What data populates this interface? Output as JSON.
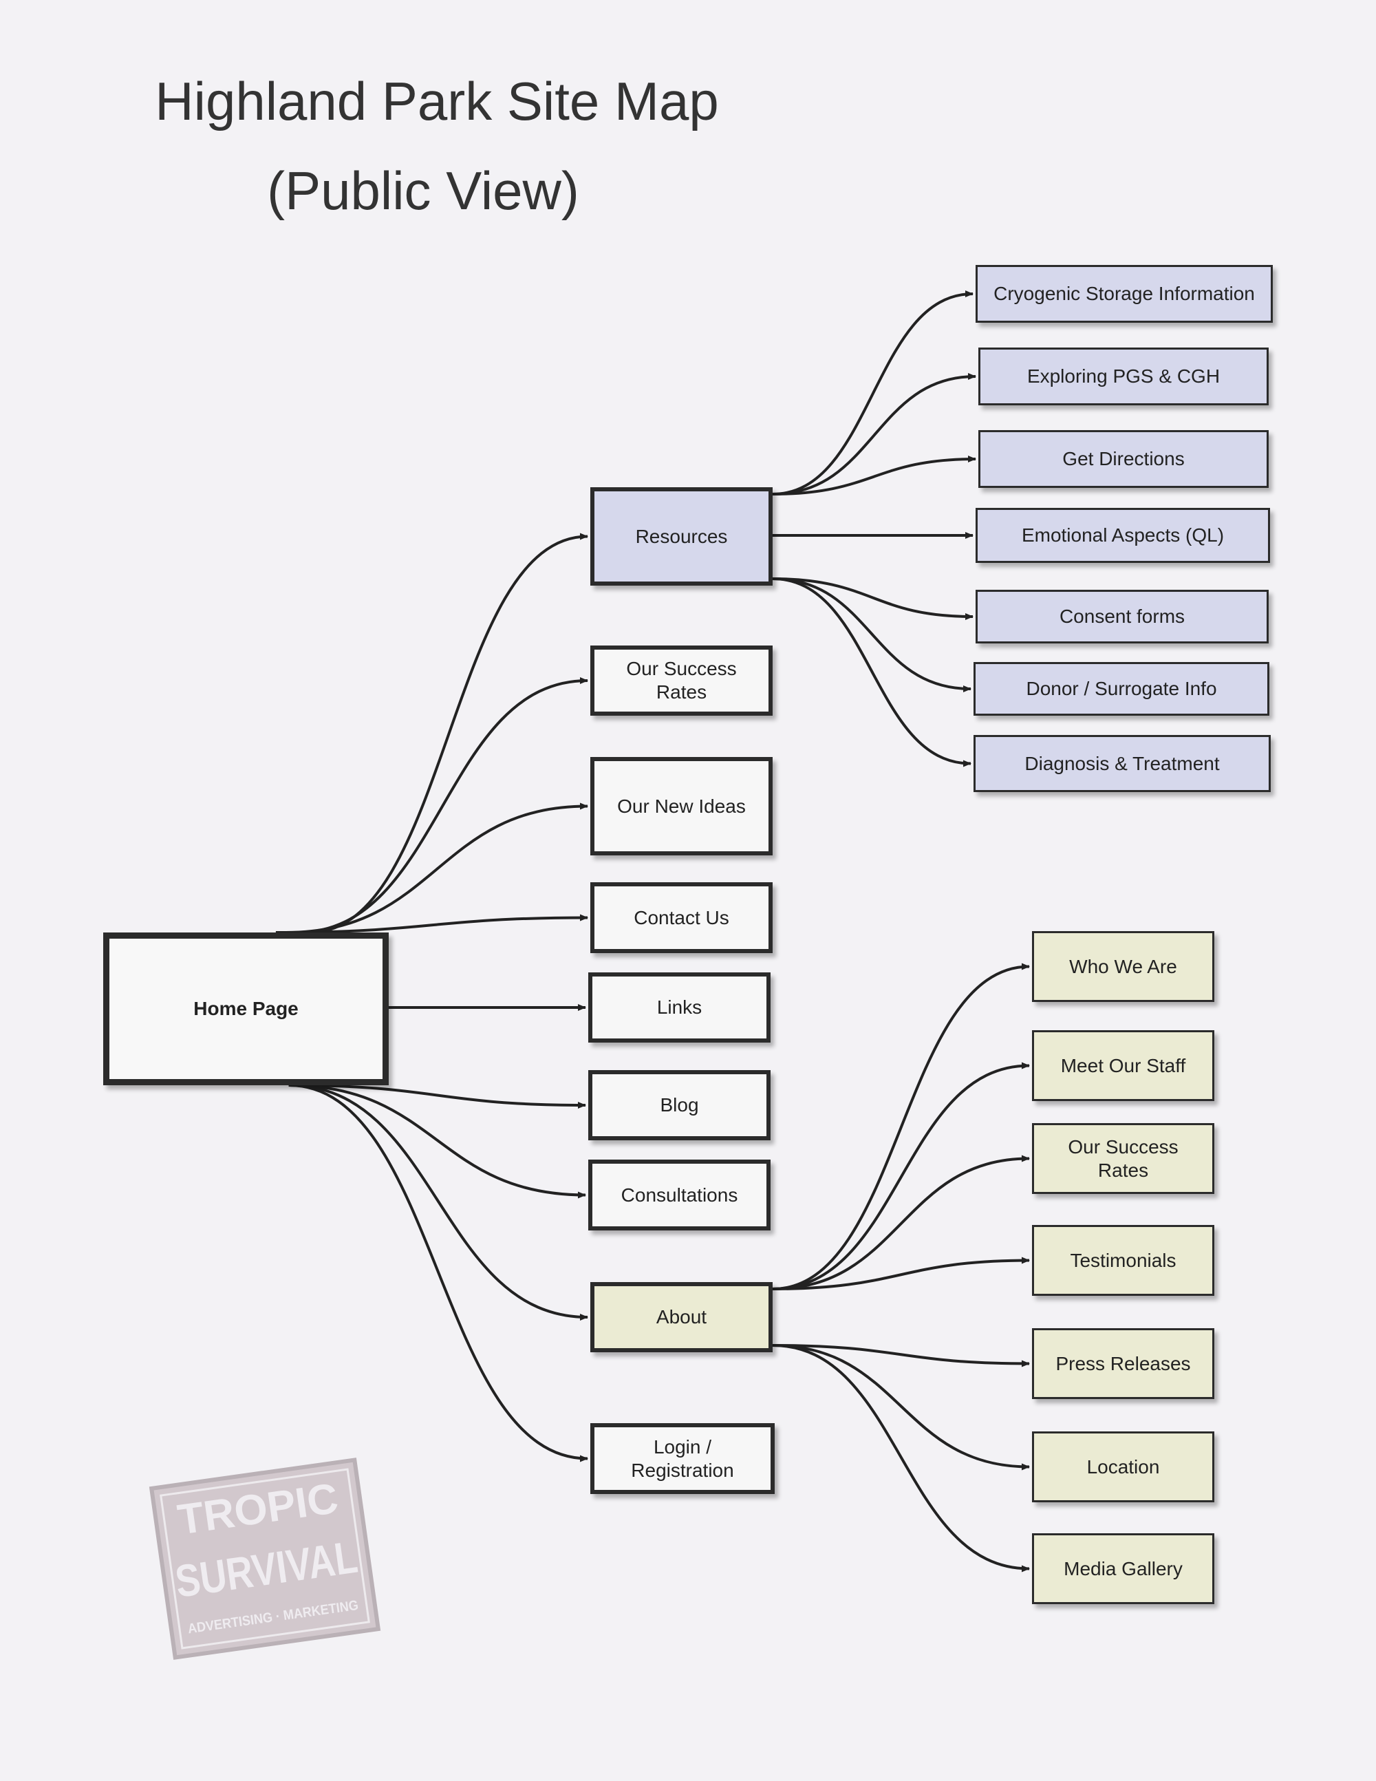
{
  "title": {
    "line1": "Highland Park Site Map",
    "line2": "(Public View)"
  },
  "nodes": {
    "home": "Home Page",
    "resources": "Resources",
    "success_main": "Our Success\nRates",
    "new_ideas": "Our New Ideas",
    "contact": "Contact Us",
    "links": "Links",
    "blog": "Blog",
    "consultations": "Consultations",
    "about": "About",
    "login": "Login /\nRegistration",
    "cryogenic": "Cryogenic Storage Information",
    "pgs": "Exploring PGS & CGH",
    "directions": "Get Directions",
    "emotional": "Emotional Aspects (QL)",
    "consent": "Consent forms",
    "donor": "Donor / Surrogate Info",
    "diagnosis": "Diagnosis & Treatment",
    "who": "Who We Are",
    "staff": "Meet Our Staff",
    "success_about": "Our Success\nRates",
    "testimonials": "Testimonials",
    "press": "Press Releases",
    "location": "Location",
    "media": "Media Gallery"
  },
  "edges": [
    [
      "home",
      "resources"
    ],
    [
      "home",
      "success_main"
    ],
    [
      "home",
      "new_ideas"
    ],
    [
      "home",
      "contact"
    ],
    [
      "home",
      "links"
    ],
    [
      "home",
      "blog"
    ],
    [
      "home",
      "consultations"
    ],
    [
      "home",
      "about"
    ],
    [
      "home",
      "login"
    ],
    [
      "resources",
      "cryogenic"
    ],
    [
      "resources",
      "pgs"
    ],
    [
      "resources",
      "directions"
    ],
    [
      "resources",
      "emotional"
    ],
    [
      "resources",
      "consent"
    ],
    [
      "resources",
      "donor"
    ],
    [
      "resources",
      "diagnosis"
    ],
    [
      "about",
      "who"
    ],
    [
      "about",
      "staff"
    ],
    [
      "about",
      "success_about"
    ],
    [
      "about",
      "testimonials"
    ],
    [
      "about",
      "press"
    ],
    [
      "about",
      "location"
    ],
    [
      "about",
      "media"
    ]
  ],
  "colors": {
    "resources_group": "#d6d8ec",
    "about_group": "#ebebd3",
    "border": "#2b2b2b"
  },
  "stamp": {
    "line1": "TROPIC",
    "line2": "SURVIVAL",
    "line3": "ADVERTISING · MARKETING"
  }
}
